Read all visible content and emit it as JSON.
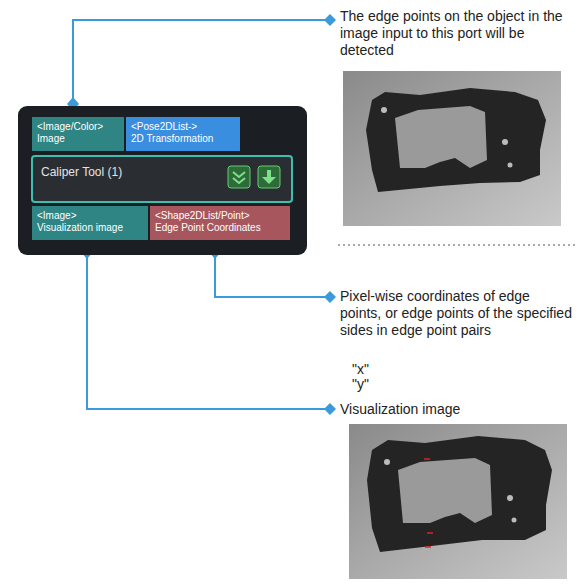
{
  "diagram": {
    "nodes": [
      {
        "text": [
          "<Image/Color>",
          "Image"
        ]
      },
      {
        "text": [
          "<Pose2DList->",
          "2D Transformation"
        ]
      },
      {
        "text": [
          "Caliper Tool (1)"
        ]
      },
      {
        "text": [
          "<Image>",
          "Visualization image"
        ]
      },
      {
        "text": [
          "<Shape2DList/Point>",
          "Edge Point Coordinates"
        ]
      }
    ],
    "labels": [
      "The edge points on the object in the image input to this port will be detected",
      "Pixel-wise coordinates of edge points, or edge points of the specified sides in edge point pairs",
      "\"x\"",
      "\"y\"",
      "Visualization image"
    ]
  }
}
